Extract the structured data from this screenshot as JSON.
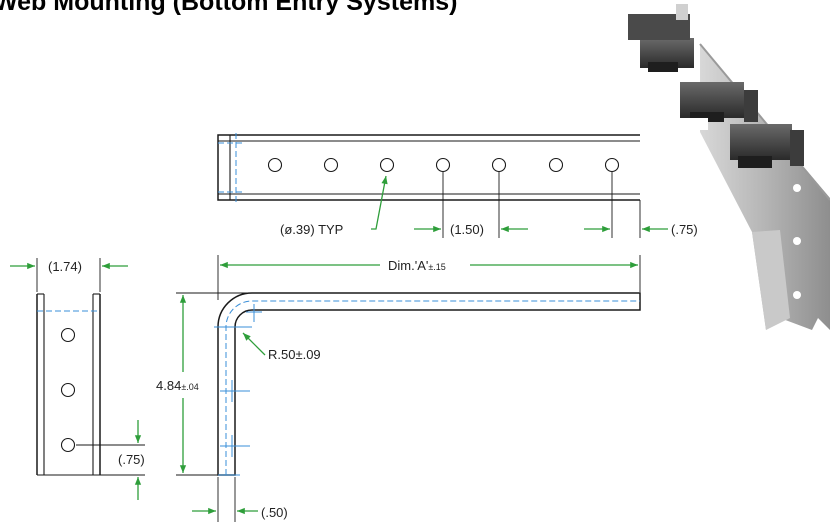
{
  "title": "Web Mounting (Bottom Entry Systems)",
  "labels": {
    "hole_dia": "(ø.39)",
    "hole_typ": "TYP",
    "hole_spacing": "(1.50)",
    "end_offset": "(.75)",
    "side_width": "(1.74)",
    "dim_a_main": "Dim.'A'",
    "dim_a_tol": "±.15",
    "height_main": "4.84",
    "height_tol": "±.04",
    "radius": "R.50±.09",
    "side_hole_offset": "(.75)",
    "thickness": "(.50)"
  },
  "colors": {
    "line": "#1a1a1a",
    "centerline": "#3a8fd8",
    "leader": "#2e9e3a",
    "photo_metal": "#b7b7b7"
  },
  "icons": {
    "product_photo": "bracket-photo-icon"
  }
}
